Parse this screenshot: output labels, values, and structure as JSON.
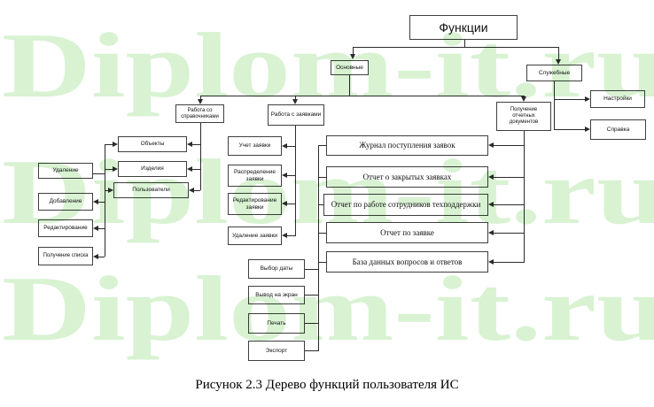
{
  "caption": "Рисунок 2.3 Дерево функций пользователя ИС",
  "watermark": {
    "text": "Diplom-it.ru"
  },
  "colors": {
    "watermark_green": "#d8f2d2",
    "connector": "#2b2b2b",
    "box_border": "#3f3f3f"
  },
  "tree": {
    "root": {
      "label": "Функции"
    },
    "main": {
      "label": "Основные"
    },
    "service": {
      "label": "Служебные"
    },
    "service_children": [
      {
        "label": "Настройки"
      },
      {
        "label": "Справка"
      }
    ],
    "groups": [
      {
        "label": "Работа со справочниками"
      },
      {
        "label": "Работа с заявками"
      },
      {
        "label": "Получение отчетных документов"
      }
    ],
    "directories": [
      {
        "label": "Объекты"
      },
      {
        "label": "Изделия"
      },
      {
        "label": "Пользователи"
      }
    ],
    "directory_ops": [
      {
        "label": "Удаление"
      },
      {
        "label": "Добавление"
      },
      {
        "label": "Редактирование"
      },
      {
        "label": "Получение списка"
      }
    ],
    "request_ops": [
      {
        "label": "Учет заявки"
      },
      {
        "label": "Распределение заявки"
      },
      {
        "label": "Редактирование заявки"
      },
      {
        "label": "Удаление заявки"
      }
    ],
    "reports": [
      {
        "label": "Журнал поступления заявок"
      },
      {
        "label": "Отчет о закрытых заявках"
      },
      {
        "label": "Отчет по работе сотрудников техподдержки"
      },
      {
        "label": "Отчет по заявке"
      },
      {
        "label": "База данных вопросов и ответов"
      }
    ],
    "output_ops": [
      {
        "label": "Выбор даты"
      },
      {
        "label": "Вывод на экран"
      },
      {
        "label": "Печать"
      },
      {
        "label": "Экспорт"
      }
    ]
  }
}
